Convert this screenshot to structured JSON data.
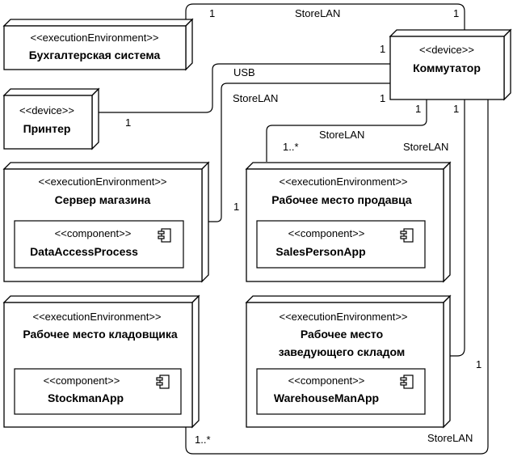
{
  "nodes": {
    "accounting": {
      "stereotype": "<<executionEnvironment>>",
      "name": "Бухгалтерская система"
    },
    "printer": {
      "stereotype": "<<device>>",
      "name": "Принтер"
    },
    "switch": {
      "stereotype": "<<device>>",
      "name": "Коммутатор"
    },
    "store_server": {
      "stereotype": "<<executionEnvironment>>",
      "name": "Сервер магазина",
      "component": {
        "stereotype": "<<component>>",
        "name": "DataAccessProcess"
      }
    },
    "seller_ws": {
      "stereotype": "<<executionEnvironment>>",
      "name": "Рабочее место продавца",
      "component": {
        "stereotype": "<<component>>",
        "name": "SalesPersonApp"
      }
    },
    "stockman_ws": {
      "stereotype": "<<executionEnvironment>>",
      "name": "Рабочее место кладовщика",
      "component": {
        "stereotype": "<<component>>",
        "name": "StockmanApp"
      }
    },
    "warehouse_manager_ws": {
      "stereotype": "<<executionEnvironment>>",
      "name_line1": "Рабочее место",
      "name_line2": "заведующего складом",
      "component": {
        "stereotype": "<<component>>",
        "name": "WarehouseManApp"
      }
    }
  },
  "connections": {
    "accounting_switch": {
      "label": "StoreLAN",
      "mult_a": "1",
      "mult_b": "1",
      "mult_c": "1"
    },
    "printer_switch": {
      "label": "USB",
      "mult_a": "1"
    },
    "server_switch": {
      "label": "StoreLAN",
      "mult_a": "1",
      "mult_b": "1"
    },
    "seller_switch": {
      "label": "StoreLAN",
      "mult_a": "1..*",
      "mult_b": "1"
    },
    "manager_switch": {
      "label": "StoreLAN",
      "mult_a": "1"
    },
    "stockman_switch": {
      "label": "StoreLAN",
      "mult_a": "1..*",
      "mult_b": "1"
    }
  }
}
